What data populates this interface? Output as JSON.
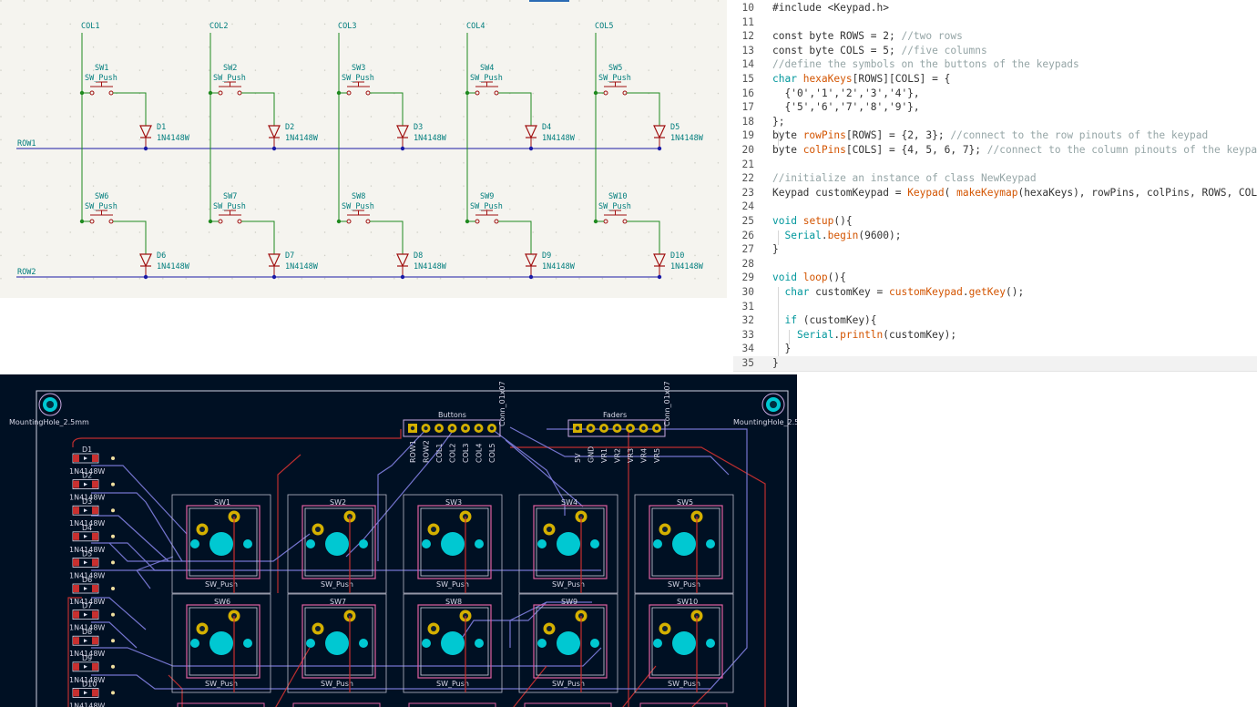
{
  "schematic": {
    "columns": [
      "COL1",
      "COL2",
      "COL3",
      "COL4",
      "COL5"
    ],
    "rows": [
      "ROW1",
      "ROW2"
    ],
    "switches": [
      {
        "ref": "SW1",
        "value": "SW_Push"
      },
      {
        "ref": "SW2",
        "value": "SW_Push"
      },
      {
        "ref": "SW3",
        "value": "SW_Push"
      },
      {
        "ref": "SW4",
        "value": "SW_Push"
      },
      {
        "ref": "SW5",
        "value": "SW_Push"
      },
      {
        "ref": "SW6",
        "value": "SW_Push"
      },
      {
        "ref": "SW7",
        "value": "SW_Push"
      },
      {
        "ref": "SW8",
        "value": "SW_Push"
      },
      {
        "ref": "SW9",
        "value": "SW_Push"
      },
      {
        "ref": "SW10",
        "value": "SW_Push"
      }
    ],
    "diodes": [
      {
        "ref": "D1",
        "value": "1N4148W"
      },
      {
        "ref": "D2",
        "value": "1N4148W"
      },
      {
        "ref": "D3",
        "value": "1N4148W"
      },
      {
        "ref": "D4",
        "value": "1N4148W"
      },
      {
        "ref": "D5",
        "value": "1N4148W"
      },
      {
        "ref": "D6",
        "value": "1N4148W"
      },
      {
        "ref": "D7",
        "value": "1N4148W"
      },
      {
        "ref": "D8",
        "value": "1N4148W"
      },
      {
        "ref": "D9",
        "value": "1N4148W"
      },
      {
        "ref": "D10",
        "value": "1N4148W"
      }
    ]
  },
  "code": {
    "lines": [
      {
        "n": "10",
        "t": [
          [
            "#include <Keypad.h>",
            "nm"
          ]
        ]
      },
      {
        "n": "11",
        "t": []
      },
      {
        "n": "12",
        "t": [
          [
            "const byte ROWS = 2; ",
            "nm"
          ],
          [
            "//two rows",
            "cm"
          ]
        ]
      },
      {
        "n": "13",
        "t": [
          [
            "const byte COLS = 5; ",
            "nm"
          ],
          [
            "//five columns",
            "cm"
          ]
        ]
      },
      {
        "n": "14",
        "t": [
          [
            "//define the symbols on the buttons of the keypads",
            "cm"
          ]
        ]
      },
      {
        "n": "15",
        "t": [
          [
            "char",
            "kw"
          ],
          [
            " ",
            "nm"
          ],
          [
            "hexaKeys",
            "fn"
          ],
          [
            "[ROWS][COLS] = {",
            "nm"
          ]
        ]
      },
      {
        "n": "16",
        "t": [
          [
            "  {'0','1','2','3','4'},",
            "nm"
          ]
        ]
      },
      {
        "n": "17",
        "t": [
          [
            "  {'5','6','7','8','9'},",
            "nm"
          ]
        ]
      },
      {
        "n": "18",
        "t": [
          [
            "};",
            "nm"
          ]
        ]
      },
      {
        "n": "19",
        "t": [
          [
            "byte ",
            "nm"
          ],
          [
            "rowPins",
            "fn"
          ],
          [
            "[ROWS] = {2, 3}; ",
            "nm"
          ],
          [
            "//connect to the row pinouts of the keypad",
            "cm"
          ]
        ]
      },
      {
        "n": "20",
        "t": [
          [
            "byte ",
            "nm"
          ],
          [
            "colPins",
            "fn"
          ],
          [
            "[COLS] = {4, 5, 6, 7}; ",
            "nm"
          ],
          [
            "//connect to the column pinouts of the keypad",
            "cm"
          ]
        ]
      },
      {
        "n": "21",
        "t": []
      },
      {
        "n": "22",
        "t": [
          [
            "//initialize an instance of class NewKeypad",
            "cm"
          ]
        ]
      },
      {
        "n": "23",
        "t": [
          [
            "Keypad customKeypad = ",
            "nm"
          ],
          [
            "Keypad",
            "fn"
          ],
          [
            "( ",
            "nm"
          ],
          [
            "makeKeymap",
            "fn"
          ],
          [
            "(hexaKeys), rowPins, colPins, ROWS, COLS);",
            "nm"
          ]
        ]
      },
      {
        "n": "24",
        "t": []
      },
      {
        "n": "25",
        "t": [
          [
            "void",
            "kw"
          ],
          [
            " ",
            "nm"
          ],
          [
            "setup",
            "fn"
          ],
          [
            "(){",
            "nm"
          ]
        ]
      },
      {
        "n": "26",
        "t": [
          [
            "  ",
            "nm"
          ],
          [
            "Serial",
            "kw"
          ],
          [
            ".",
            "nm"
          ],
          [
            "begin",
            "fn"
          ],
          [
            "(9600);",
            "nm"
          ]
        ]
      },
      {
        "n": "27",
        "t": [
          [
            "}",
            "nm"
          ]
        ]
      },
      {
        "n": "28",
        "t": []
      },
      {
        "n": "29",
        "t": [
          [
            "void",
            "kw"
          ],
          [
            " ",
            "nm"
          ],
          [
            "loop",
            "fn"
          ],
          [
            "(){",
            "nm"
          ]
        ]
      },
      {
        "n": "30",
        "t": [
          [
            "  ",
            "nm"
          ],
          [
            "char",
            "kw"
          ],
          [
            " customKey = ",
            "nm"
          ],
          [
            "customKeypad",
            "fn"
          ],
          [
            ".",
            "nm"
          ],
          [
            "getKey",
            "fn"
          ],
          [
            "();",
            "nm"
          ]
        ]
      },
      {
        "n": "31",
        "t": []
      },
      {
        "n": "32",
        "t": [
          [
            "  ",
            "nm"
          ],
          [
            "if",
            "kw"
          ],
          [
            " (customKey){",
            "nm"
          ]
        ]
      },
      {
        "n": "33",
        "t": [
          [
            "    ",
            "nm"
          ],
          [
            "Serial",
            "kw"
          ],
          [
            ".",
            "nm"
          ],
          [
            "println",
            "fn"
          ],
          [
            "(customKey);",
            "nm"
          ]
        ]
      },
      {
        "n": "34",
        "t": [
          [
            "  }",
            "nm"
          ]
        ]
      },
      {
        "n": "35",
        "t": [
          [
            "}",
            "nm"
          ]
        ]
      }
    ]
  },
  "pcb": {
    "mounting_holes": [
      "MountingHole_2.5mm",
      "MountingHole_2.5"
    ],
    "headers": [
      {
        "title": "Buttons",
        "conn": "Conn_01x07",
        "pins": [
          "ROW1",
          "ROW2",
          "COL1",
          "COL2",
          "COL3",
          "COL4",
          "COL5"
        ]
      },
      {
        "title": "Faders",
        "conn": "Conn_01x07",
        "pins": [
          "5V",
          "GND",
          "VR1",
          "VR2",
          "VR3",
          "VR4",
          "VR5"
        ]
      }
    ],
    "diode_refs": [
      "D1",
      "D2",
      "D3",
      "D4",
      "D5",
      "D6",
      "D7",
      "D8",
      "D9",
      "D10"
    ],
    "diode_value": "1N4148W",
    "switches": [
      {
        "ref": "SW1",
        "value": "SW_Push"
      },
      {
        "ref": "SW2",
        "value": "SW_Push"
      },
      {
        "ref": "SW3",
        "value": "SW_Push"
      },
      {
        "ref": "SW4",
        "value": "SW_Push"
      },
      {
        "ref": "SW5",
        "value": "SW_Push"
      },
      {
        "ref": "SW6",
        "value": "SW_Push"
      },
      {
        "ref": "SW7",
        "value": "SW_Push"
      },
      {
        "ref": "SW8",
        "value": "SW_Push"
      },
      {
        "ref": "SW9",
        "value": "SW_Push"
      },
      {
        "ref": "SW10",
        "value": "SW_Push"
      }
    ]
  },
  "colors": {
    "schematic_bg": "#f5f4ef",
    "schematic_wire_green": "#1f8a1f",
    "schematic_wire_blue": "#1a1aa6",
    "schematic_red": "#a01010",
    "schematic_text": "#007d7d",
    "pcb_bg": "#001023",
    "pcb_outline": "#d0d0e0",
    "pcb_red_trace": "#c83030",
    "pcb_blue_trace": "#7a7ad8",
    "pcb_pad_cyan": "#00c8d2",
    "pcb_pad_gold": "#d4b000",
    "pcb_text": "#d8d8e8"
  }
}
